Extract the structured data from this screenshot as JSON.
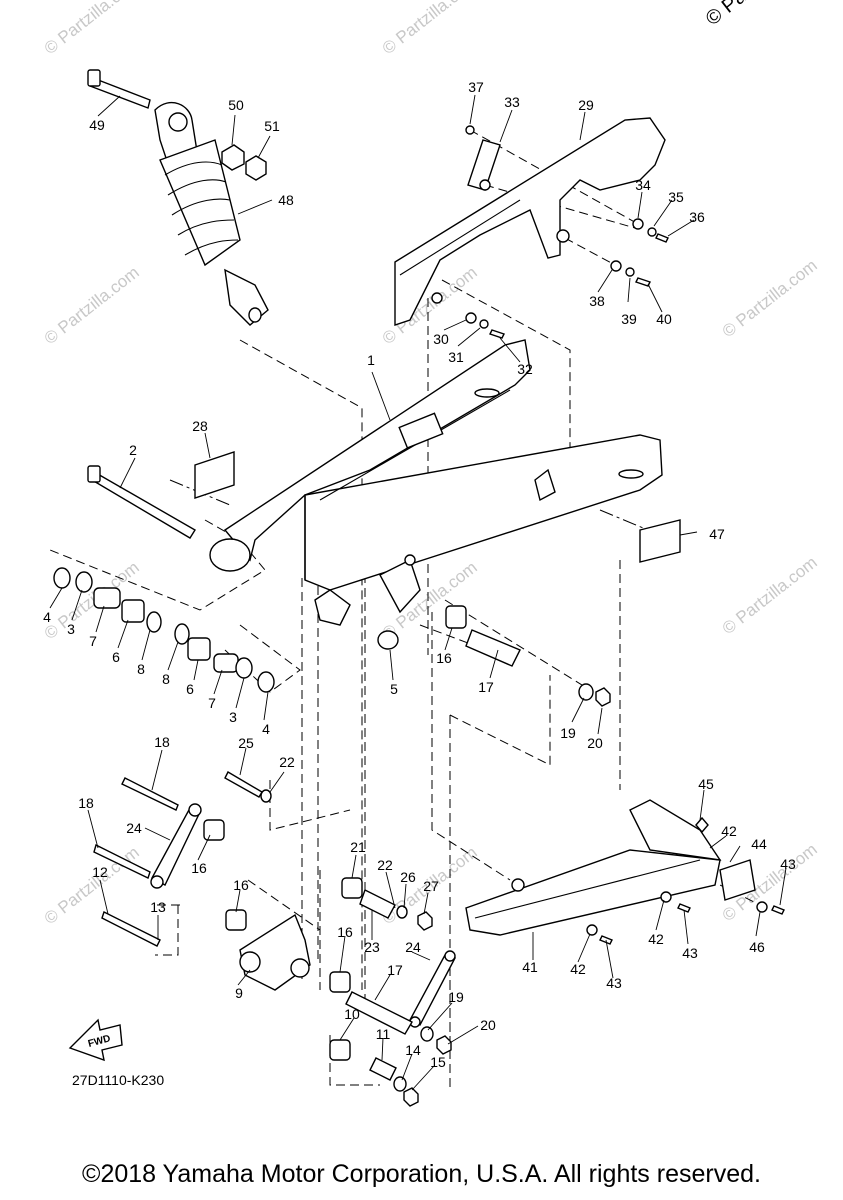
{
  "diagram": {
    "reference_code": "27D1110-K230",
    "copyright": "©2018 Yamaha Motor Corporation, U.S.A. All rights reserved.",
    "corner_watermark": "© Parts",
    "watermark_text": "© Partzilla.com",
    "fwd_label": "FWD",
    "callouts": [
      {
        "id": "c1",
        "label": "1"
      },
      {
        "id": "c2",
        "label": "2"
      },
      {
        "id": "c3a",
        "label": "3"
      },
      {
        "id": "c3b",
        "label": "3"
      },
      {
        "id": "c4a",
        "label": "4"
      },
      {
        "id": "c4b",
        "label": "4"
      },
      {
        "id": "c5",
        "label": "5"
      },
      {
        "id": "c6a",
        "label": "6"
      },
      {
        "id": "c6b",
        "label": "6"
      },
      {
        "id": "c7a",
        "label": "7"
      },
      {
        "id": "c7b",
        "label": "7"
      },
      {
        "id": "c8a",
        "label": "8"
      },
      {
        "id": "c8b",
        "label": "8"
      },
      {
        "id": "c9",
        "label": "9"
      },
      {
        "id": "c10",
        "label": "10"
      },
      {
        "id": "c11",
        "label": "11"
      },
      {
        "id": "c12",
        "label": "12"
      },
      {
        "id": "c13",
        "label": "13"
      },
      {
        "id": "c14",
        "label": "14"
      },
      {
        "id": "c15",
        "label": "15"
      },
      {
        "id": "c16a",
        "label": "16"
      },
      {
        "id": "c16b",
        "label": "16"
      },
      {
        "id": "c16c",
        "label": "16"
      },
      {
        "id": "c16d",
        "label": "16"
      },
      {
        "id": "c17a",
        "label": "17"
      },
      {
        "id": "c17b",
        "label": "17"
      },
      {
        "id": "c18a",
        "label": "18"
      },
      {
        "id": "c18b",
        "label": "18"
      },
      {
        "id": "c19a",
        "label": "19"
      },
      {
        "id": "c19b",
        "label": "19"
      },
      {
        "id": "c20a",
        "label": "20"
      },
      {
        "id": "c20b",
        "label": "20"
      },
      {
        "id": "c21",
        "label": "21"
      },
      {
        "id": "c22a",
        "label": "22"
      },
      {
        "id": "c22b",
        "label": "22"
      },
      {
        "id": "c23",
        "label": "23"
      },
      {
        "id": "c24a",
        "label": "24"
      },
      {
        "id": "c24b",
        "label": "24"
      },
      {
        "id": "c25",
        "label": "25"
      },
      {
        "id": "c26",
        "label": "26"
      },
      {
        "id": "c27",
        "label": "27"
      },
      {
        "id": "c28",
        "label": "28"
      },
      {
        "id": "c29",
        "label": "29"
      },
      {
        "id": "c30",
        "label": "30"
      },
      {
        "id": "c31",
        "label": "31"
      },
      {
        "id": "c32",
        "label": "32"
      },
      {
        "id": "c33",
        "label": "33"
      },
      {
        "id": "c34",
        "label": "34"
      },
      {
        "id": "c35",
        "label": "35"
      },
      {
        "id": "c36",
        "label": "36"
      },
      {
        "id": "c37",
        "label": "37"
      },
      {
        "id": "c38",
        "label": "38"
      },
      {
        "id": "c39",
        "label": "39"
      },
      {
        "id": "c40",
        "label": "40"
      },
      {
        "id": "c41",
        "label": "41"
      },
      {
        "id": "c42a",
        "label": "42"
      },
      {
        "id": "c42b",
        "label": "42"
      },
      {
        "id": "c42c",
        "label": "42"
      },
      {
        "id": "c43a",
        "label": "43"
      },
      {
        "id": "c43b",
        "label": "43"
      },
      {
        "id": "c43c",
        "label": "43"
      },
      {
        "id": "c44",
        "label": "44"
      },
      {
        "id": "c45",
        "label": "45"
      },
      {
        "id": "c46",
        "label": "46"
      },
      {
        "id": "c47",
        "label": "47"
      },
      {
        "id": "c48",
        "label": "48"
      },
      {
        "id": "c49",
        "label": "49"
      },
      {
        "id": "c50",
        "label": "50"
      },
      {
        "id": "c51",
        "label": "51"
      }
    ]
  }
}
